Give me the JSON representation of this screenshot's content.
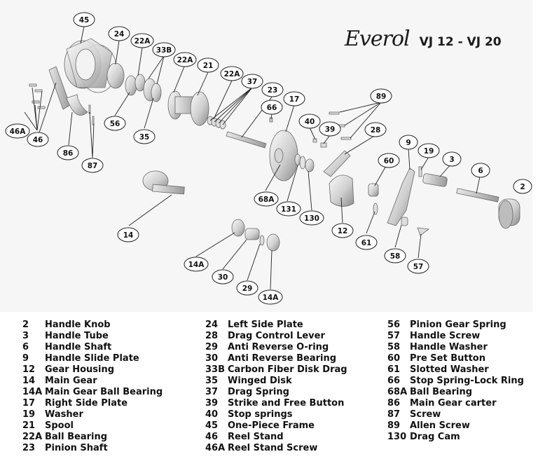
{
  "header": {
    "brand": "Everol",
    "models": "VJ 12 - VJ 20"
  },
  "callouts": {
    "c45": "45",
    "c24": "24",
    "c22a": "22A",
    "c33b": "33B",
    "c21": "21",
    "c37": "37",
    "c23": "23",
    "c17": "17",
    "c66": "66",
    "c89": "89",
    "c40": "40",
    "c39": "39",
    "c28": "28",
    "c56": "56",
    "c35": "35",
    "c46a": "46A",
    "c46": "46",
    "c86": "86",
    "c87": "87",
    "c9": "9",
    "c19": "19",
    "c3": "3",
    "c60": "60",
    "c6": "6",
    "c2": "2",
    "c68a": "68A",
    "c131": "131",
    "c130": "130",
    "c12": "12",
    "c61": "61",
    "c58": "58",
    "c57": "57",
    "c14": "14",
    "c14a": "14A",
    "c30": "30",
    "c29": "29"
  },
  "legend": {
    "columns": [
      [
        {
          "num": "2",
          "name": "Handle Knob"
        },
        {
          "num": "3",
          "name": "Handle Tube"
        },
        {
          "num": "6",
          "name": "Handle Shaft"
        },
        {
          "num": "9",
          "name": "Handle Slide Plate"
        },
        {
          "num": "12",
          "name": "Gear Housing"
        },
        {
          "num": "14",
          "name": "Main Gear"
        },
        {
          "num": "14A",
          "name": "Main Gear Ball Bearing"
        },
        {
          "num": "17",
          "name": "Right Side Plate"
        },
        {
          "num": "19",
          "name": "Washer"
        },
        {
          "num": "21",
          "name": "Spool"
        },
        {
          "num": "22A",
          "name": "Ball Bearing"
        },
        {
          "num": "23",
          "name": "Pinion Shaft"
        }
      ],
      [
        {
          "num": "24",
          "name": "Left Side Plate"
        },
        {
          "num": "28",
          "name": "Drag Control Lever"
        },
        {
          "num": "29",
          "name": "Anti Reverse O-ring"
        },
        {
          "num": "30",
          "name": "Anti Reverse Bearing"
        },
        {
          "num": "33B",
          "name": "Carbon Fiber Disk Drag"
        },
        {
          "num": "35",
          "name": "Winged Disk"
        },
        {
          "num": "37",
          "name": "Drag Spring"
        },
        {
          "num": "39",
          "name": "Strike and Free Button"
        },
        {
          "num": "40",
          "name": "Stop springs"
        },
        {
          "num": "45",
          "name": "One-Piece Frame"
        },
        {
          "num": "46",
          "name": "Reel Stand"
        },
        {
          "num": "46A",
          "name": "Reel Stand Screw"
        }
      ],
      [
        {
          "num": "56",
          "name": "Pinion Gear Spring"
        },
        {
          "num": "57",
          "name": "Handle Screw"
        },
        {
          "num": "58",
          "name": "Handle Washer"
        },
        {
          "num": "60",
          "name": "Pre Set Button"
        },
        {
          "num": "61",
          "name": "Slotted Washer"
        },
        {
          "num": "66",
          "name": "Stop Spring-Lock Ring"
        },
        {
          "num": "68A",
          "name": "Ball Bearing"
        },
        {
          "num": "86",
          "name": "Main Gear carter"
        },
        {
          "num": "87",
          "name": "Screw"
        },
        {
          "num": "89",
          "name": "Allen Screw"
        },
        {
          "num": "130",
          "name": "Drag Cam"
        }
      ]
    ]
  }
}
